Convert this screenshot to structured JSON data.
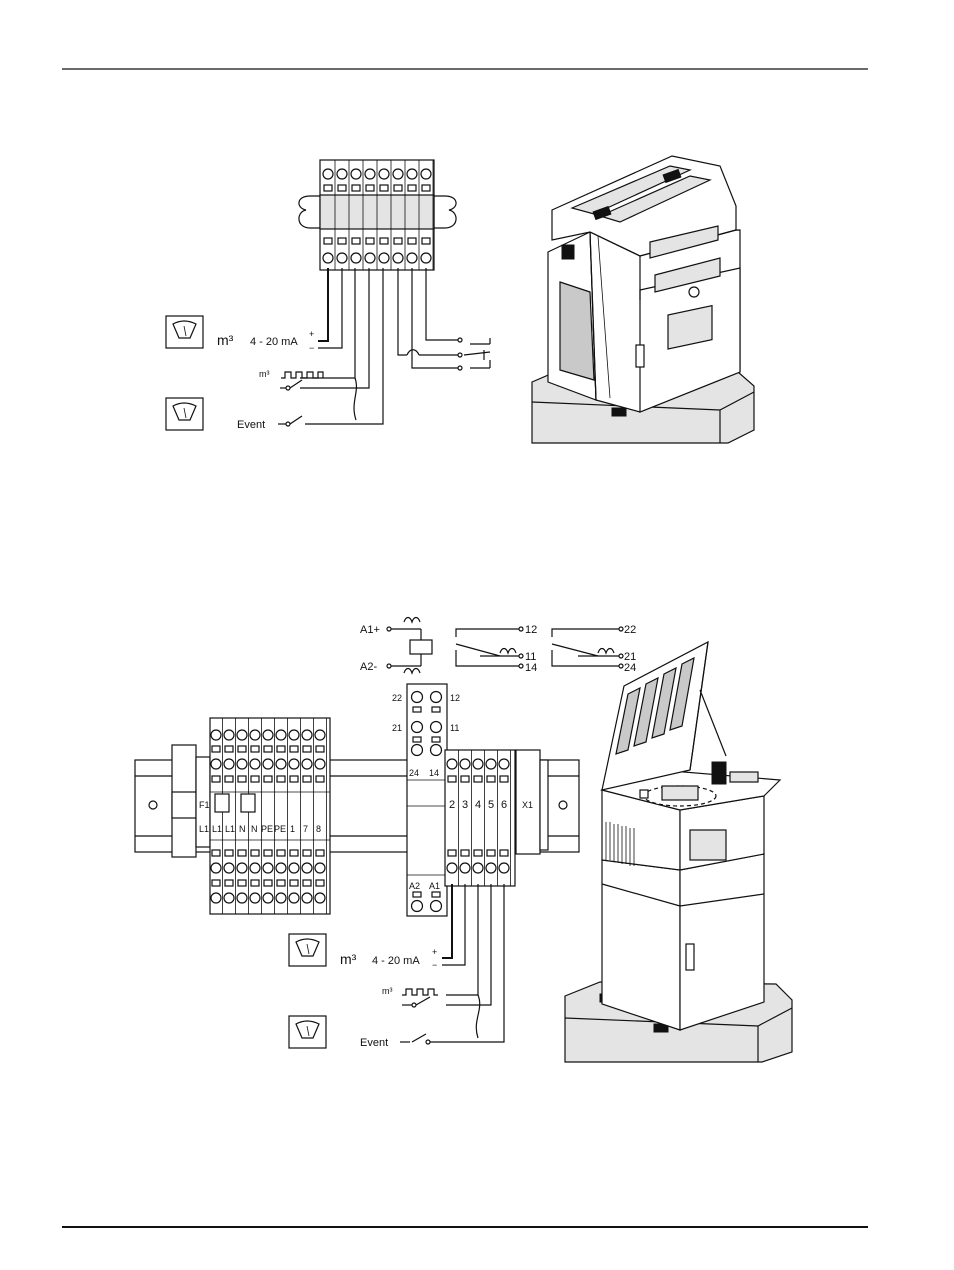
{
  "figure1": {
    "meter_unit": "m³",
    "analog_signal": "4 - 20 mA",
    "plus": "+",
    "minus": "−",
    "pulse_unit": "m³",
    "event_label": "Event"
  },
  "figure2": {
    "coil_top": "A1+",
    "coil_bottom": "A2-",
    "contact1": [
      "12",
      "11",
      "14"
    ],
    "contact2": [
      "22",
      "21",
      "24"
    ],
    "relay_terminals": [
      "22",
      "12",
      "21",
      "11",
      "24",
      "14",
      "A2",
      "A1"
    ],
    "rail_left_labels": [
      "F1",
      "L1",
      "L1",
      "L1",
      "N",
      "N",
      "PE",
      "PE",
      "1",
      "7",
      "8"
    ],
    "rail_right_labels": [
      "2",
      "3",
      "4",
      "5",
      "6",
      "X1"
    ],
    "meter_unit": "m³",
    "analog_signal": "4 - 20 mA",
    "plus": "+",
    "minus": "−",
    "pulse_unit": "m³",
    "event_label": "Event"
  }
}
